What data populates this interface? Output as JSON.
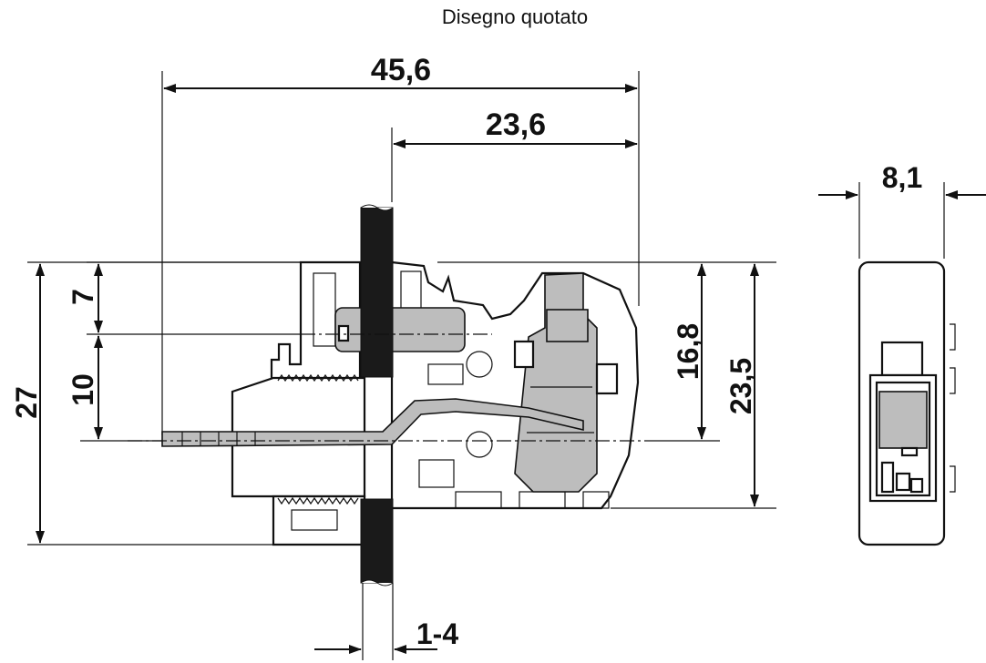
{
  "title": "Disegno quotato",
  "dimensions": {
    "overall_length": "45,6",
    "right_length": "23,6",
    "width": "8,1",
    "top_offset": "7",
    "axis_offset": "10",
    "total_height": "27",
    "inner_height": "16,8",
    "outer_height": "23,5",
    "panel_thickness": "1-4"
  },
  "colors": {
    "line": "#111111",
    "panel": "#1a1a1a",
    "part_gray": "#bdbdbd"
  }
}
